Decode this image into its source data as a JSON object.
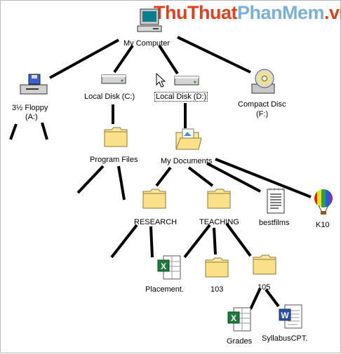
{
  "watermark": {
    "part1": "ThuThuat",
    "part2": "PhanMem",
    "part3": ".vn"
  },
  "nodes": {
    "my_computer": "My Computer",
    "floppy_line1": "3½ Floppy",
    "floppy_line2": "(A:)",
    "local_c": "Local Disk (C:)",
    "local_d": "Local Disk (D:)",
    "cd_line1": "Compact Disc",
    "cd_line2": "(F:)",
    "program_files": "Program Files",
    "my_documents": "My Documents",
    "research": "RESEARCH",
    "teaching": "TEACHING",
    "bestfilms": "bestfilms",
    "k10": "K10",
    "placement": "Placement.",
    "f103": "103",
    "f105": "105",
    "grades": "Grades",
    "syllabus": "SyllabusCPT."
  },
  "icons": {
    "computer": "computer-icon",
    "floppy": "floppy-drive-icon",
    "disk": "hard-disk-icon",
    "cd": "cd-drive-icon",
    "folder": "folder-icon",
    "folder_open": "open-folder-icon",
    "text_doc": "text-document-icon",
    "balloon": "hot-air-balloon-icon",
    "excel": "excel-file-icon",
    "word": "word-file-icon",
    "cursor": "mouse-cursor-icon"
  }
}
